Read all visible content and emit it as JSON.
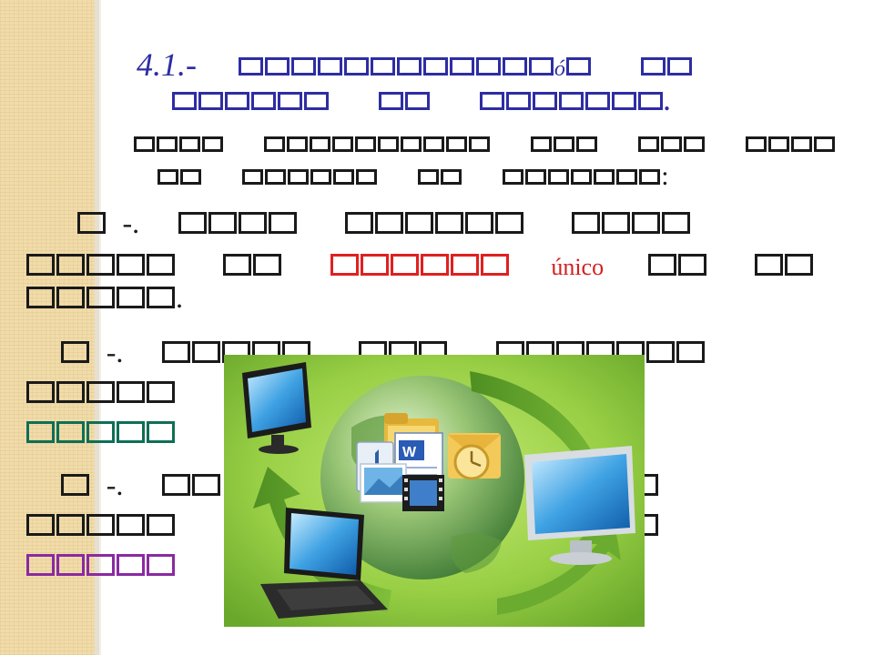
{
  "slide": {
    "heading_prefix": "4.1.-",
    "heading_glyph": "ó",
    "heading_period": ".",
    "sub_colon": ":",
    "items": [
      {
        "label": "-.",
        "highlight": "único",
        "period": "."
      },
      {
        "label": "-."
      },
      {
        "label": "-."
      }
    ]
  },
  "colors": {
    "heading": "#2e2da3",
    "text": "#1a1a1a",
    "red": "#e02020",
    "green": "#0f6f55",
    "purple": "#8a2aa2",
    "side_band": "#f1dca9"
  },
  "image": {
    "icons": [
      "monitor-icon",
      "laptop-icon",
      "desktop-monitor-icon",
      "globe-icon",
      "folder-icon",
      "music-icon",
      "word-document-icon",
      "photo-icon",
      "mail-icon"
    ]
  }
}
